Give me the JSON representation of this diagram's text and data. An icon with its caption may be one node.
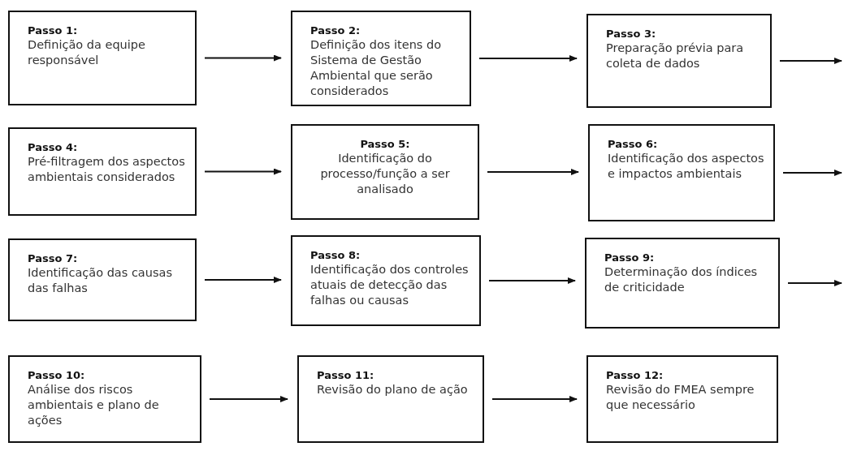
{
  "diagram": {
    "nodes": [
      {
        "text": [
          "Passo 1:",
          "Definição da equipe responsável"
        ]
      },
      {
        "text": [
          "Passo 2:",
          "Definição dos itens do Sistema de Gestão Ambiental que serão considerados"
        ]
      },
      {
        "text": [
          "Passo 3:",
          "Preparação prévia para coleta de dados"
        ]
      },
      {
        "text": [
          "Passo 4:",
          "Pré-filtragem dos aspectos ambientais considerados"
        ]
      },
      {
        "text": [
          "Passo 5:",
          "Identificação do processo/função a ser analisado"
        ]
      },
      {
        "text": [
          "Passo 6:",
          "Identificação dos aspectos e impactos ambientais"
        ]
      },
      {
        "text": [
          "Passo 7:",
          "Identificação das causas das falhas"
        ]
      },
      {
        "text": [
          "Passo 8:",
          "Identificação dos controles atuais de detecção das falhas ou causas"
        ]
      },
      {
        "text": [
          "Passo 9:",
          "Determinação dos índices de criticidade"
        ]
      },
      {
        "text": [
          "Passo 10:",
          "Análise dos riscos ambientais e plano de ações"
        ]
      },
      {
        "text": [
          "Passo 11:",
          "Revisão do plano de ação"
        ]
      },
      {
        "text": [
          "Passo 12:",
          "Revisão do FMEA sempre que necessário"
        ]
      }
    ],
    "edges": [
      {
        "from": 0,
        "to": 1,
        "arrow": "to"
      },
      {
        "from": 1,
        "to": 2,
        "arrow": "to"
      },
      {
        "from": 2,
        "to": null,
        "arrow": "to"
      },
      {
        "from": 3,
        "to": 4,
        "arrow": "to"
      },
      {
        "from": 4,
        "to": 5,
        "arrow": "to"
      },
      {
        "from": 5,
        "to": null,
        "arrow": "to"
      },
      {
        "from": 6,
        "to": 7,
        "arrow": "to"
      },
      {
        "from": 7,
        "to": 8,
        "arrow": "to"
      },
      {
        "from": 8,
        "to": null,
        "arrow": "to"
      },
      {
        "from": 9,
        "to": 10,
        "arrow": "to"
      },
      {
        "from": 10,
        "to": 11,
        "arrow": "to"
      }
    ]
  }
}
